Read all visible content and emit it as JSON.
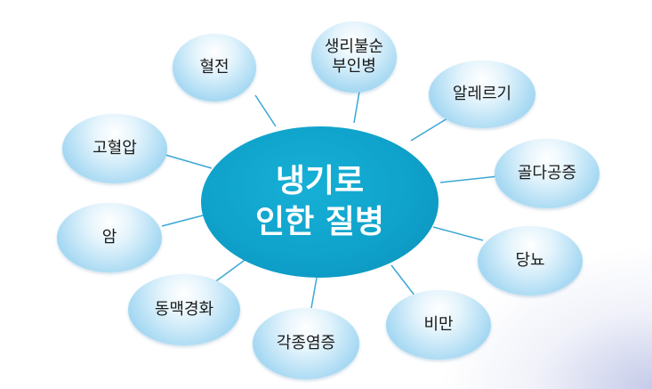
{
  "center": {
    "line1": "냉기로",
    "line2": "인한 질병"
  },
  "nodes": [
    {
      "id": "hyeoljeon",
      "lines": [
        "혈전"
      ]
    },
    {
      "id": "saengni",
      "lines": [
        "생리불순",
        "부인병"
      ]
    },
    {
      "id": "allergy",
      "lines": [
        "알레르기"
      ]
    },
    {
      "id": "osteoporosis",
      "lines": [
        "골다공증"
      ]
    },
    {
      "id": "diabetes",
      "lines": [
        "당뇨"
      ]
    },
    {
      "id": "obesity",
      "lines": [
        "비만"
      ]
    },
    {
      "id": "inflammation",
      "lines": [
        "각종염증"
      ]
    },
    {
      "id": "arteriosclerosis",
      "lines": [
        "동맥경화"
      ]
    },
    {
      "id": "cancer",
      "lines": [
        "암"
      ]
    },
    {
      "id": "hypertension",
      "lines": [
        "고혈압"
      ]
    }
  ],
  "colors": {
    "hub": "#0fa2cb",
    "node_edge": "#86c8ec",
    "connector": "#3aa7d4"
  }
}
